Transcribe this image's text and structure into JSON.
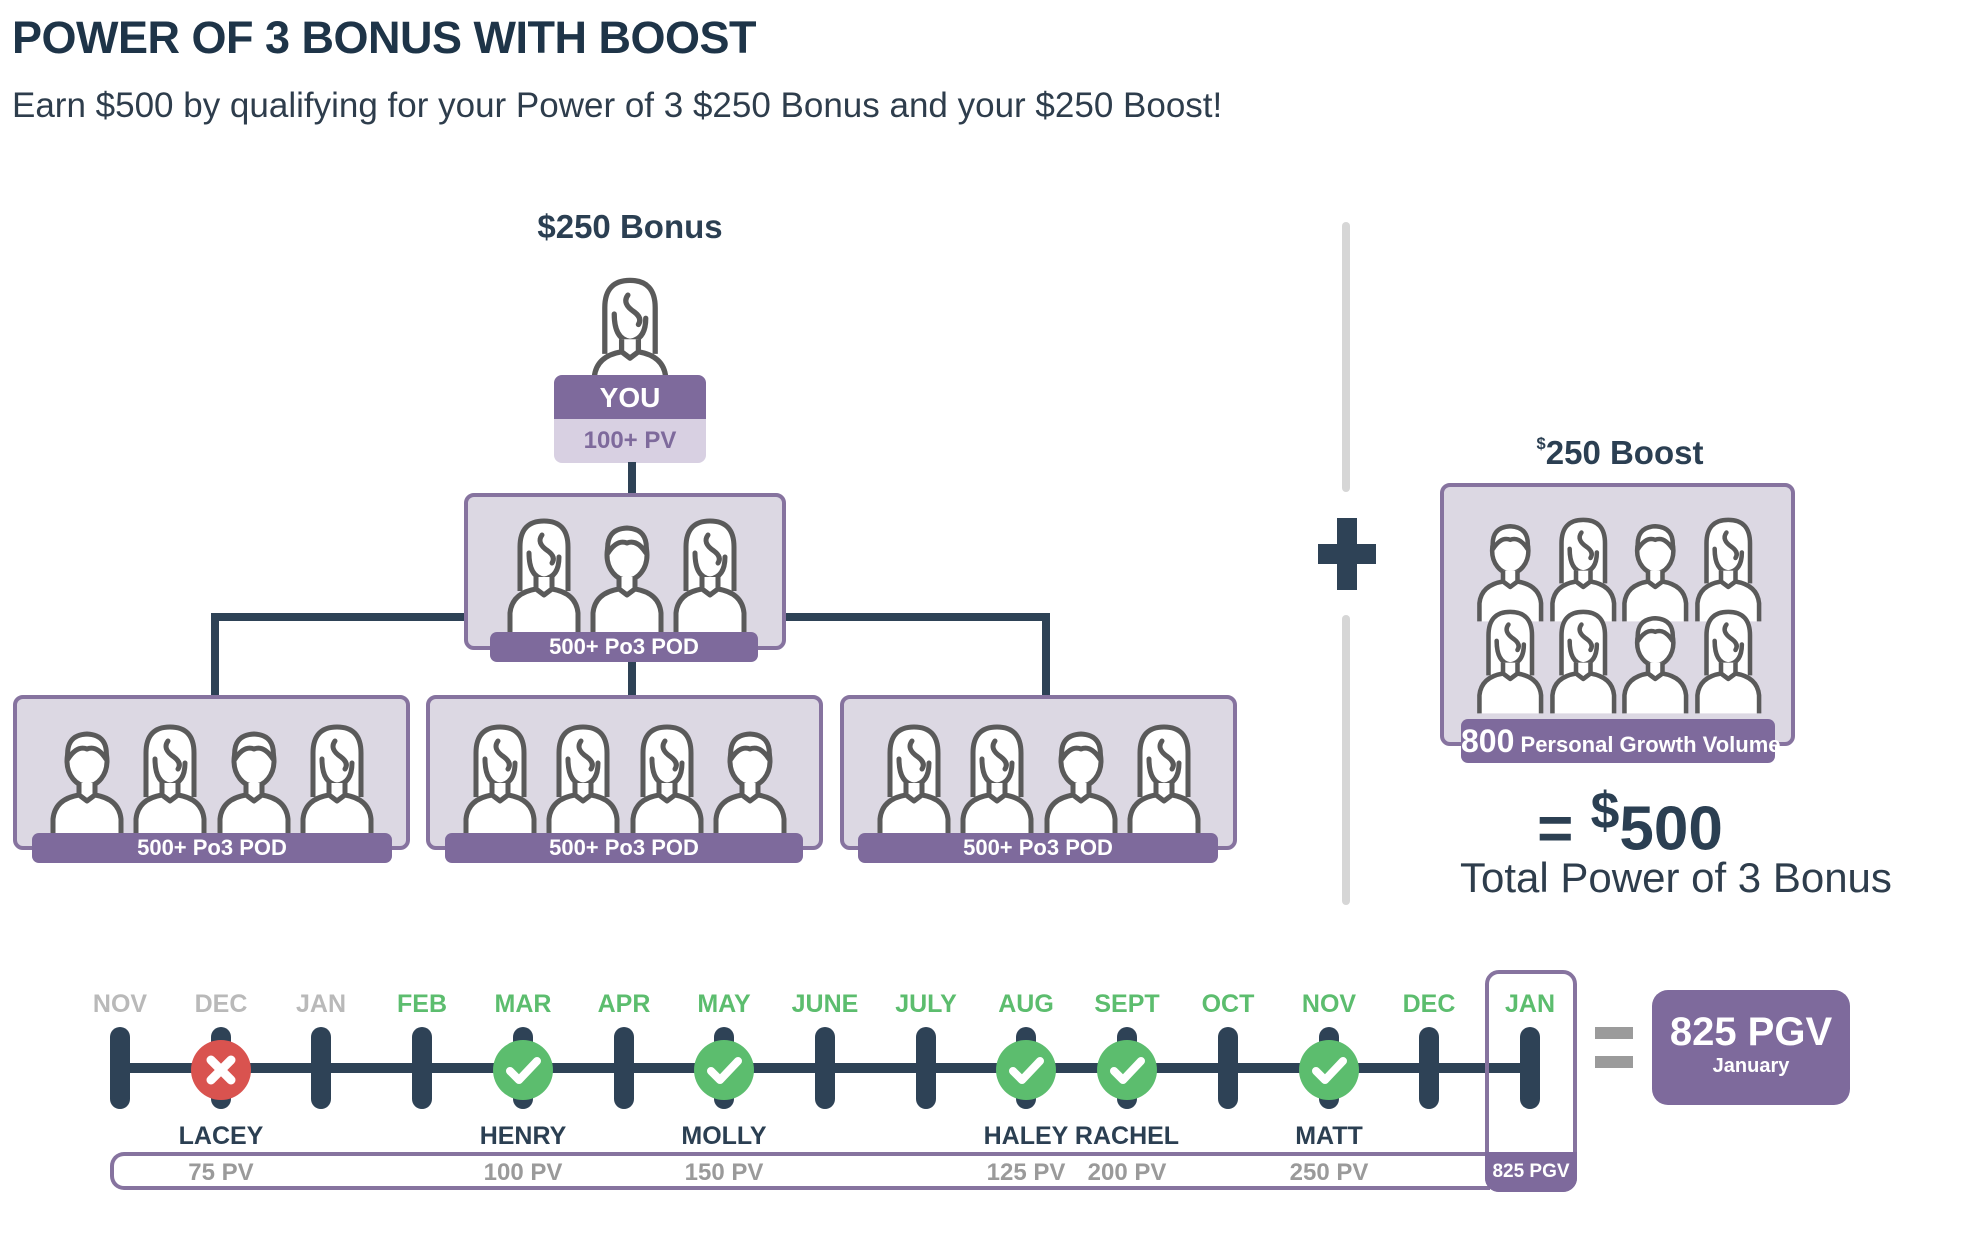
{
  "header": {
    "title": "POWER OF 3 BONUS WITH BOOST",
    "subtitle": "Earn $500 by qualifying for your Power of 3 $250 Bonus and your $250 Boost!"
  },
  "colors": {
    "navy": "#2e4256",
    "purple": "#7e6a9c",
    "lavender": "#dcd8e3",
    "green": "#5cbd6e",
    "red": "#d9534f",
    "gray": "#b9b9b9"
  },
  "bonus": {
    "heading": "$250 Bonus",
    "you": {
      "label": "YOU",
      "requirement": "100+ PV",
      "figure": "woman"
    },
    "top_pod": {
      "label": "500+ Po3 POD",
      "people": [
        "woman",
        "man",
        "woman"
      ]
    },
    "pods": [
      {
        "label": "500+ Po3 POD",
        "people": [
          "man",
          "woman",
          "man",
          "woman"
        ]
      },
      {
        "label": "500+ Po3 POD",
        "people": [
          "woman",
          "woman",
          "woman",
          "man"
        ]
      },
      {
        "label": "500+ Po3 POD",
        "people": [
          "woman",
          "woman",
          "man",
          "woman"
        ]
      }
    ]
  },
  "plus_icon": "plus-icon",
  "boost": {
    "heading_currency": "$",
    "heading_rest": "250 Boost",
    "back_row": [
      "man",
      "woman",
      "man",
      "woman"
    ],
    "front_row": [
      "woman",
      "woman",
      "man",
      "woman"
    ],
    "label_value": "800",
    "label_text": "Personal Growth Volume"
  },
  "total": {
    "equals": "=",
    "currency": "$",
    "amount": "500",
    "label": "Total Power of 3 Bonus"
  },
  "timeline": {
    "months": [
      {
        "label": "NOV",
        "active": false
      },
      {
        "label": "DEC",
        "active": false,
        "status": "fail",
        "name": "LACEY",
        "pv": "75 PV"
      },
      {
        "label": "JAN",
        "active": false
      },
      {
        "label": "FEB",
        "active": true
      },
      {
        "label": "MAR",
        "active": true,
        "status": "pass",
        "name": "HENRY",
        "pv": "100 PV"
      },
      {
        "label": "APR",
        "active": true
      },
      {
        "label": "MAY",
        "active": true,
        "status": "pass",
        "name": "MOLLY",
        "pv": "150 PV"
      },
      {
        "label": "JUNE",
        "active": true
      },
      {
        "label": "JULY",
        "active": true
      },
      {
        "label": "AUG",
        "active": true,
        "status": "pass",
        "name": "HALEY",
        "pv": "125 PV"
      },
      {
        "label": "SEPT",
        "active": true,
        "status": "pass",
        "name": "RACHEL",
        "pv": "200 PV"
      },
      {
        "label": "OCT",
        "active": true
      },
      {
        "label": "NOV",
        "active": true,
        "status": "pass",
        "name": "MATT",
        "pv": "250 PV"
      },
      {
        "label": "DEC",
        "active": true
      },
      {
        "label": "JAN",
        "active": true,
        "highlight": true
      }
    ],
    "highlight_pgv": "825 PGV",
    "equals": "=",
    "result_value": "825 PGV",
    "result_month": "January"
  }
}
